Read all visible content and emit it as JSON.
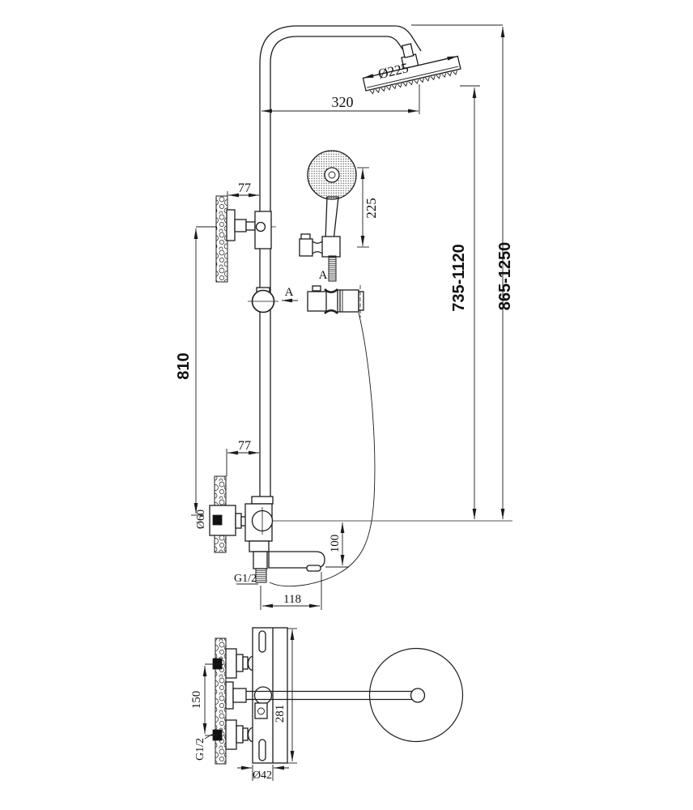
{
  "drawing": {
    "background": "#ffffff",
    "ink": "#1c1c1c",
    "front_view": {
      "dim_arm_reach": "320",
      "dim_head_diameter": "Ø225",
      "dim_handshower_length": "225",
      "dim_wall_to_pipe_top": "77",
      "dim_wall_to_pipe_bottom": "77",
      "dim_bar_height": "810",
      "dim_riser_adjust": "735-1120",
      "dim_overall_adjust": "865-1250",
      "dim_escutcheon_diameter": "Ø60",
      "dim_spout_drop": "100",
      "dim_spout_reach": "118",
      "inlet_thread": "G1/2",
      "section_arrow_label": "A",
      "section_view_label": "A"
    },
    "plan_view": {
      "dim_inlet_spacing": "150",
      "inlet_thread": "G1/2",
      "dim_body_length": "281",
      "dim_body_diameter": "Ø42"
    }
  }
}
